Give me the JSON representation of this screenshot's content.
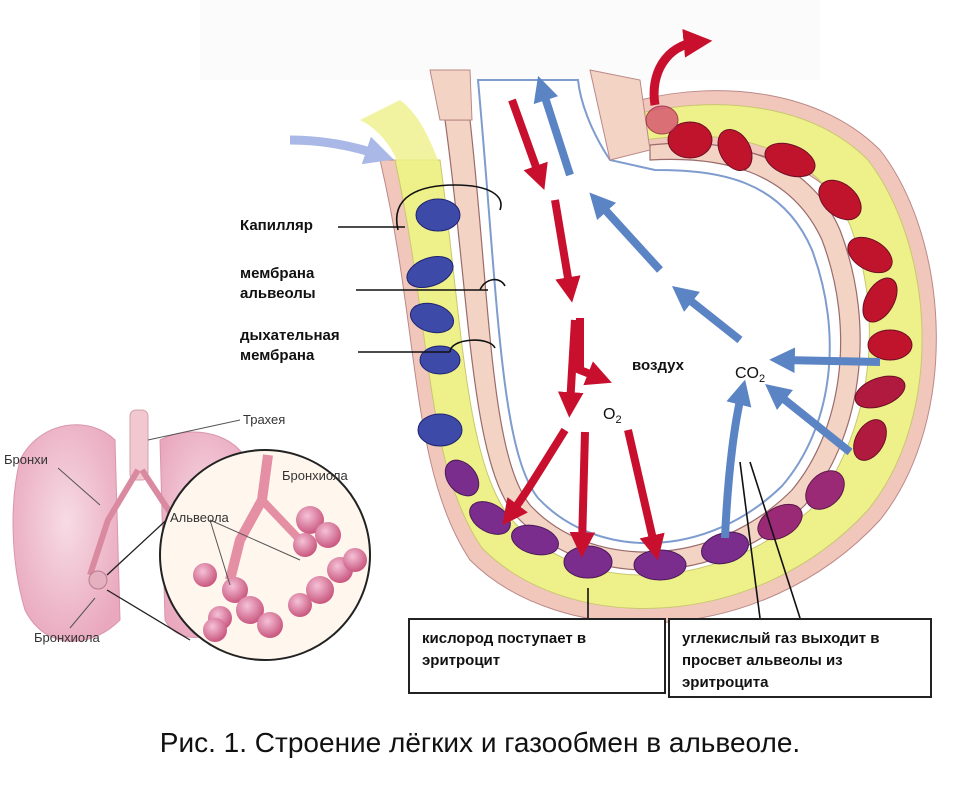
{
  "labels": {
    "capillary": "Капилляр",
    "alveolar_membrane": "мембрана альвеолы",
    "respiratory_membrane": "дыхательная мембрана",
    "air": "воздух",
    "o2_main": "O",
    "o2_sub": "2",
    "co2_main": "CO",
    "co2_sub": "2"
  },
  "inset": {
    "trachea": "Трахея",
    "bronchi": "Бронхи",
    "bronchiole_left": "Бронхиола",
    "bronchiole_circle": "Бронхиола",
    "alveola": "Альвеола"
  },
  "boxes": {
    "oxygen": "кислород поступает в эритроцит",
    "co2": "углекислый газ выходит в просвет альвеолы из эритроцита"
  },
  "caption": "Рис. 1. Строение лёгких и газообмен в альвеоле.",
  "colors": {
    "oxygen_arrow": "#c8102e",
    "co2_arrow": "#5b84c4",
    "oxygenated_cell": "#c0142c",
    "deoxygenated_cell": "#7b2d8e",
    "venous_cell": "#3d4aa8",
    "plasma": "#eef08a",
    "membrane": "#f3d3c4"
  }
}
